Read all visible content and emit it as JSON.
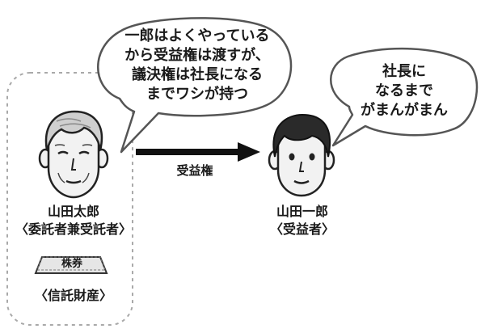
{
  "left_bubble": {
    "lines": [
      "一郎はよくやっている",
      "から受益権は渡すが、",
      "議決権は社長になる",
      "までワシが持つ"
    ]
  },
  "right_bubble": {
    "lines": [
      "社長に",
      "なるまで",
      "がまんがまん"
    ]
  },
  "settlor": {
    "name": "山田太郎",
    "role": "〈委託者兼受託者〉"
  },
  "beneficiary": {
    "name": "山田一郎",
    "role": "〈受益者〉"
  },
  "arrow_label": "受益権",
  "asset": {
    "card_label": "株券",
    "caption": "〈信託財産〉"
  },
  "colors": {
    "ink": "#1a1a1a",
    "bubble_fill": "#ffffff",
    "bubble_stroke": "#555555",
    "frame_dash": "#a9a9a9",
    "arrow": "#111111",
    "face_fill": "#f2f2f2",
    "old_hair": "#cfcfcf",
    "young_hair": "#2a2a2a"
  }
}
